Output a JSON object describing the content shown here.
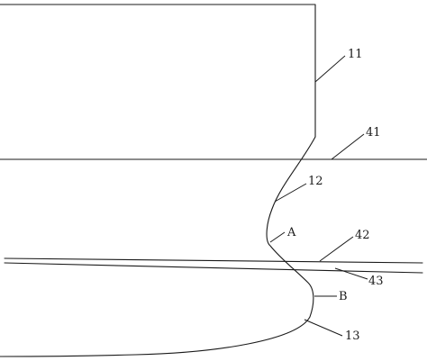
{
  "labels": {
    "part_11": "11",
    "part_41": "41",
    "part_12": "12",
    "point_a": "A",
    "part_42": "42",
    "part_43": "43",
    "point_b": "B",
    "part_13": "13"
  }
}
